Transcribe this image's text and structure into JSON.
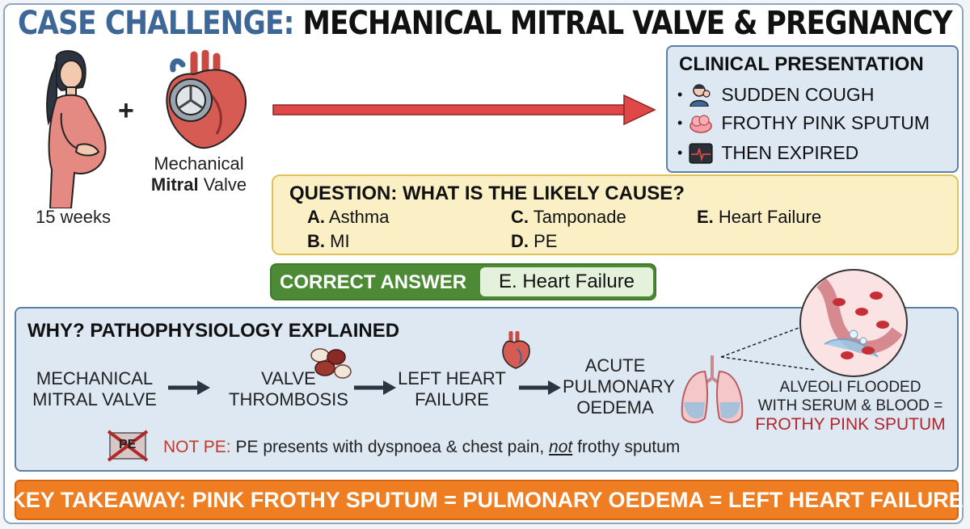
{
  "title": {
    "accent": "CASE CHALLENGE:",
    "rest": "MECHANICAL MITRAL VALVE & PREGNANCY"
  },
  "patient": {
    "weeks": "15 weeks",
    "plus": "+"
  },
  "valve": {
    "line1": "Mechanical",
    "line2_bold": "Mitral",
    "line2_rest": " Valve"
  },
  "clinical": {
    "heading": "CLINICAL PRESENTATION",
    "items": [
      {
        "text": "SUDDEN COUGH",
        "icon": "coughing-person-icon"
      },
      {
        "text": "FROTHY PINK SPUTUM",
        "icon": "pink-sputum-icon"
      },
      {
        "text": "THEN EXPIRED",
        "icon": "flatline-monitor-icon"
      }
    ]
  },
  "question": {
    "heading": "QUESTION: WHAT IS THE LIKELY CAUSE?",
    "options": [
      {
        "letter": "A.",
        "text": " Asthma"
      },
      {
        "letter": "B.",
        "text": " MI"
      },
      {
        "letter": "C.",
        "text": " Tamponade"
      },
      {
        "letter": "D.",
        "text": " PE"
      },
      {
        "letter": "E.",
        "text": " Heart Failure"
      }
    ]
  },
  "correct": {
    "label": "CORRECT ANSWER",
    "value": "E. Heart Failure"
  },
  "why": {
    "heading": "WHY? PATHOPHYSIOLOGY EXPLAINED",
    "steps": [
      {
        "line1": "MECHANICAL",
        "line2": "MITRAL VALVE"
      },
      {
        "line1": "VALVE",
        "line2": "THROMBOSIS"
      },
      {
        "line1": "LEFT HEART",
        "line2": "FAILURE"
      },
      {
        "line1": "ACUTE",
        "line2": "PULMONARY",
        "line3": "OEDEMA"
      }
    ],
    "alveoli": {
      "line1": "ALVEOLI FLOODED",
      "line2": "WITH SERUM & BLOOD =",
      "line3": "FROTHY PINK SPUTUM"
    },
    "not_pe": {
      "badge": "PE",
      "label": "NOT PE:",
      "text": " PE presents with dyspnoea & chest pain, ",
      "not": "not",
      "tail": " frothy sputum"
    }
  },
  "key_takeaway": "KEY TAKEAWAY: PINK FROTHY SPUTUM = PULMONARY OEDEMA = LEFT HEART FAILURE",
  "colors": {
    "accent_blue": "#3d6796",
    "arrow_red": "#e04848",
    "correct_green": "#4c8a36",
    "key_orange": "#ef7d22",
    "question_yellow": "#fbefc6"
  }
}
